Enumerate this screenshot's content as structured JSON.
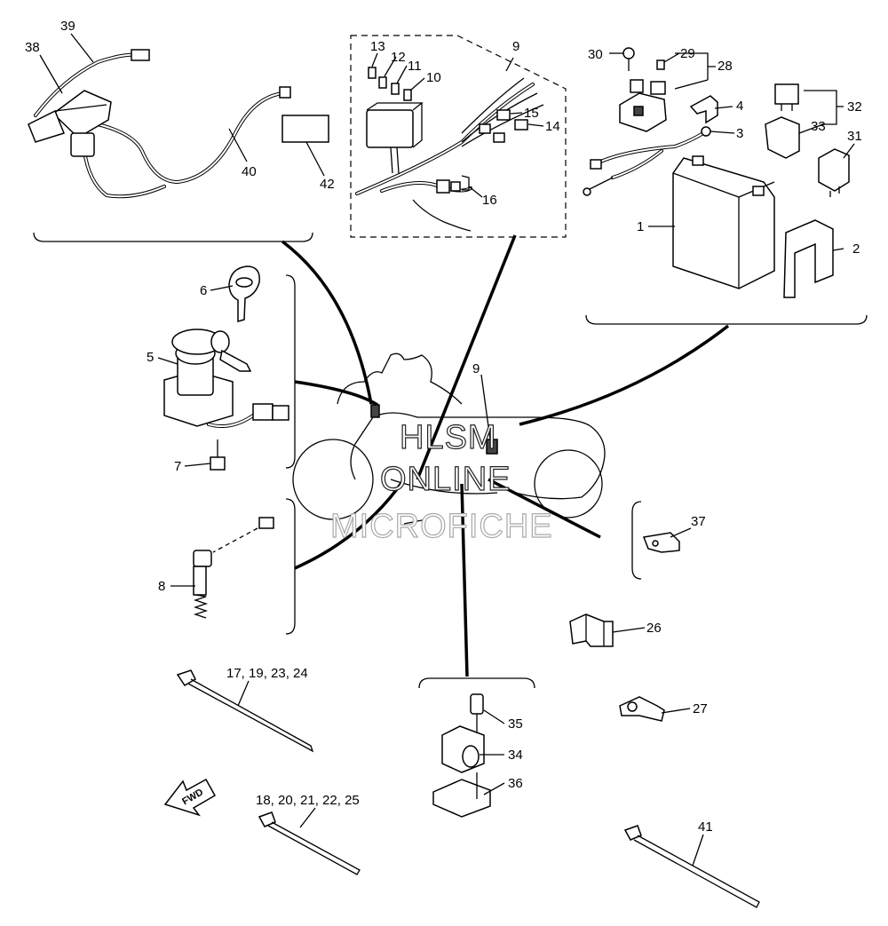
{
  "labels": {
    "l1": "1",
    "l2": "2",
    "l3": "3",
    "l4": "4",
    "l5": "5",
    "l6": "6",
    "l7": "7",
    "l8": "8",
    "l9a": "9",
    "l9b": "9",
    "l10": "10",
    "l11": "11",
    "l12": "12",
    "l13": "13",
    "l14": "14",
    "l15": "15",
    "l16": "16",
    "l17": "17, 19, 23, 24",
    "l18": "18, 20, 21, 22, 25",
    "l26": "26",
    "l27": "27",
    "l28": "28",
    "l29": "29",
    "l30": "30",
    "l31": "31",
    "l32": "32",
    "l33": "33",
    "l34": "34",
    "l35": "35",
    "l36": "36",
    "l37": "37",
    "l38": "38",
    "l39": "39",
    "l40": "40",
    "l41": "41",
    "l42": "42"
  },
  "watermark": {
    "line1": "HLSM",
    "line2": "ONLINE",
    "line3": "MICROFICHE"
  },
  "fwd_arrow": "FWD"
}
